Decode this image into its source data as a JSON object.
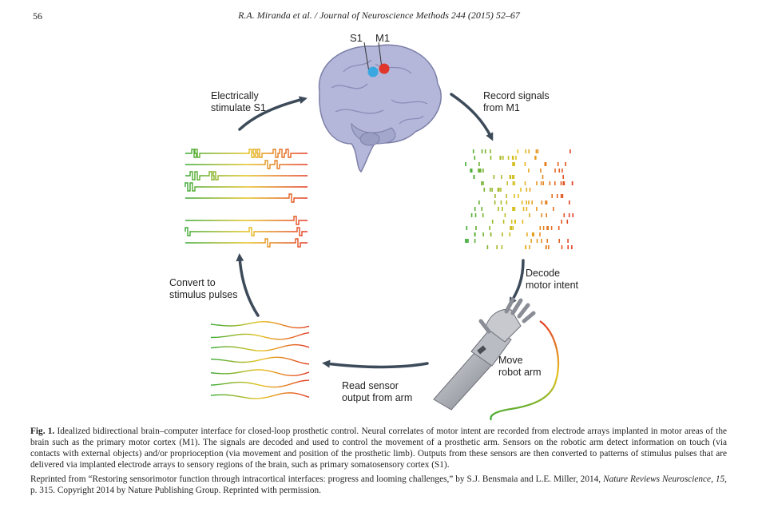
{
  "header": {
    "page_number": "56",
    "running_title": "R.A. Miranda et al. / Journal of Neuroscience Methods 244 (2015) 52–67"
  },
  "figure": {
    "brain_labels": {
      "s1": "S1",
      "m1": "M1"
    },
    "steps": {
      "stimulate": [
        "Electrically",
        "stimulate S1"
      ],
      "record": [
        "Record signals",
        "from M1"
      ],
      "decode": [
        "Decode",
        "motor intent"
      ],
      "move": [
        "Move",
        "robot arm"
      ],
      "read": [
        "Read sensor",
        "output from arm"
      ],
      "convert": [
        "Convert to",
        "stimulus pulses"
      ]
    },
    "colors": {
      "arrow": "#3c4a59",
      "brain": "#b4b7d9",
      "s1_dot": "#3aa7e0",
      "m1_dot": "#e0362b",
      "signal_start": "#3aa935",
      "signal_mid": "#e6c21f",
      "signal_end": "#e23a24"
    }
  },
  "caption": {
    "label": "Fig. 1.",
    "text": "Idealized bidirectional brain–computer interface for closed-loop prosthetic control. Neural correlates of motor intent are recorded from electrode arrays implanted in motor areas of the brain such as the primary motor cortex (M1). The signals are decoded and used to control the movement of a prosthetic arm. Sensors on the robotic arm detect information on touch (via contacts with external objects) and/or proprioception (via movement and position of the prosthetic limb). Outputs from these sensors are then converted to patterns of stimulus pulses that are delivered via implanted electrode arrays to sensory regions of the brain, such as primary somatosensory cortex (S1).",
    "credit_prefix": "Reprinted from “Restoring sensorimotor function through intracortical interfaces: progress and looming challenges,” by S.J. Bensmaia and L.E. Miller, 2014,",
    "credit_journal": "Nature Reviews Neuroscience, 15,",
    "credit_suffix": "p. 315. Copyright 2014 by Nature Publishing Group. Reprinted with permission."
  }
}
